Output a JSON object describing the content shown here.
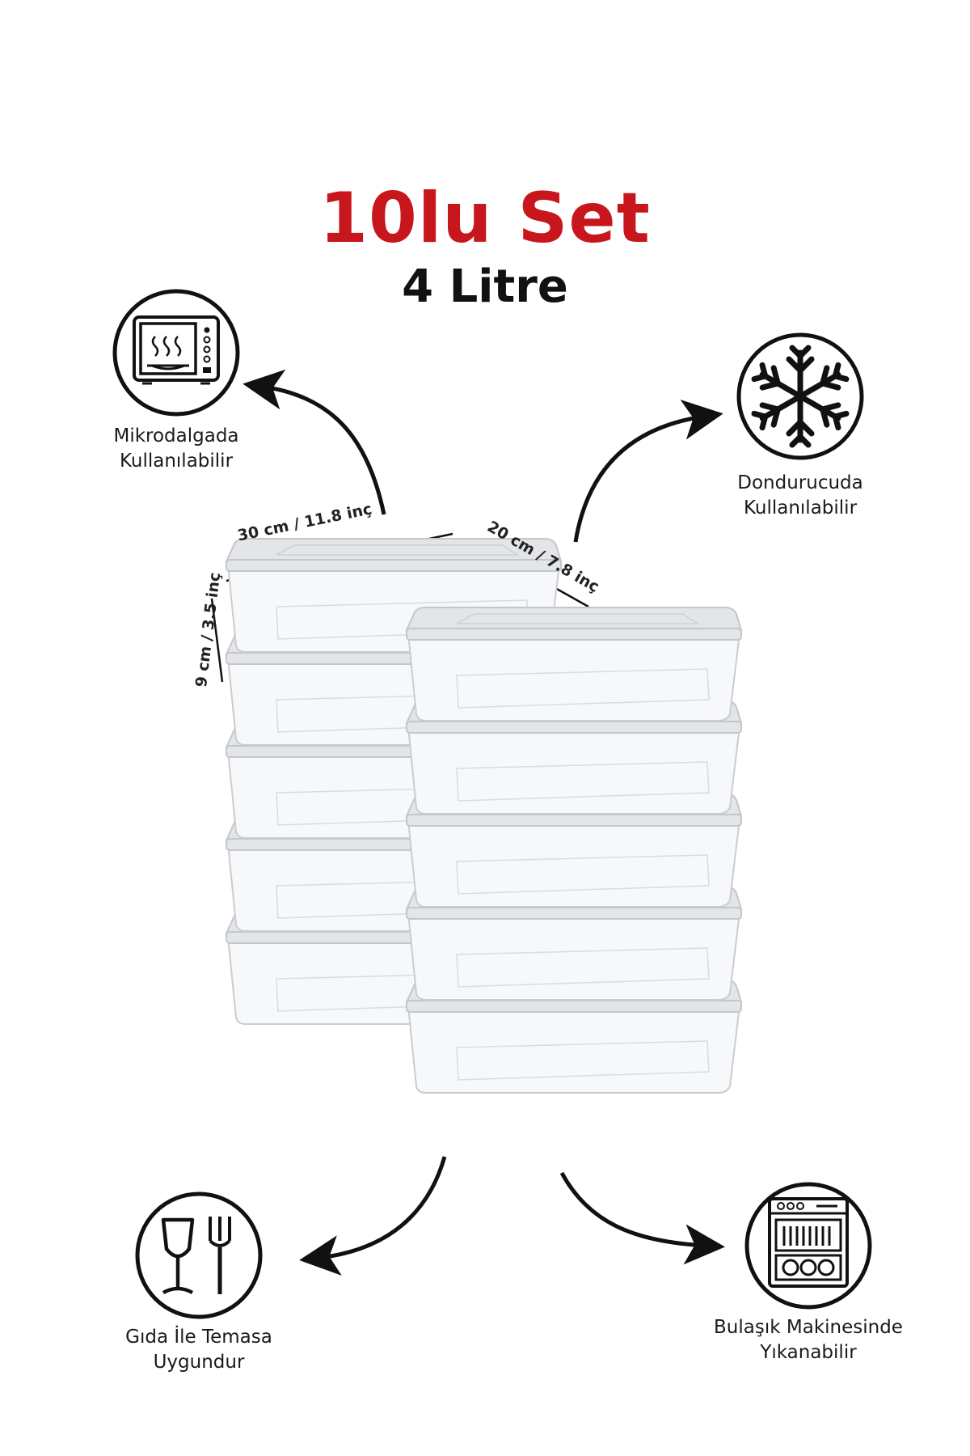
{
  "header": {
    "title": "10lu Set",
    "subtitle": "4 Litre",
    "title_color": "#c8161d",
    "subtitle_color": "#111111"
  },
  "dimensions": {
    "length": "30 cm / 11.8 inç",
    "width": "20 cm / 7.8 inç",
    "height": "9 cm / 3.5 inç"
  },
  "features": [
    {
      "icon": "microwave-icon",
      "line1": "Mikrodalgada",
      "line2": "Kullanılabilir"
    },
    {
      "icon": "snowflake-icon",
      "line1": "Dondurucuda",
      "line2": "Kullanılabilir"
    },
    {
      "icon": "food-contact-icon",
      "line1": "Gıda İle Temasa",
      "line2": "Uygundur"
    },
    {
      "icon": "dishwasher-icon",
      "line1": "Bulaşık Makinesinde",
      "line2": "Yıkanabilir"
    }
  ],
  "product": {
    "container_count": 10,
    "lid_color": "#e3e5e8"
  }
}
